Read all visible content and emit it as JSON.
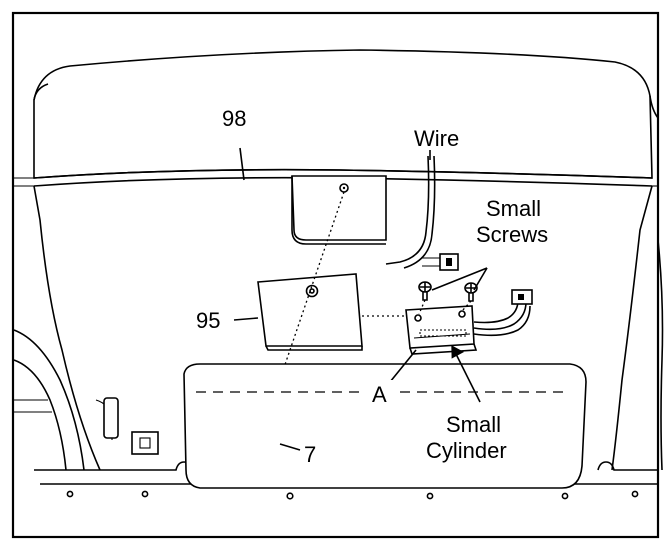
{
  "diagram": {
    "labels": {
      "part_98": "98",
      "wire": "Wire",
      "small_screws_line1": "Small",
      "small_screws_line2": "Screws",
      "part_95": "95",
      "label_a": "A",
      "small_cylinder_line1": "Small",
      "small_cylinder_line2": "Cylinder",
      "part_7": "7"
    }
  }
}
